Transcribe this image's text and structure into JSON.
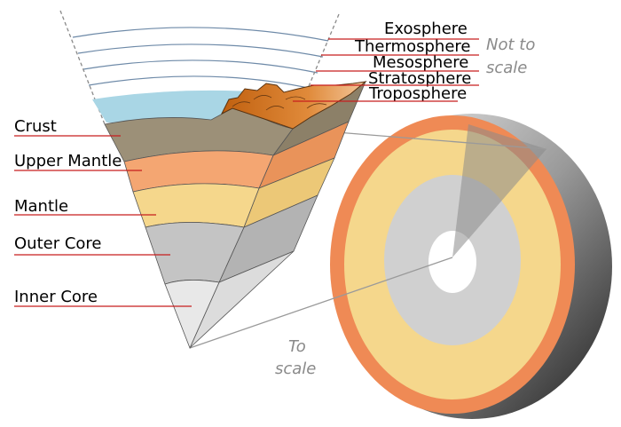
{
  "atmosphere_labels": [
    "Exosphere",
    "Thermosphere",
    "Mesosphere",
    "Stratosphere",
    "Troposphere"
  ],
  "layer_labels": [
    "Crust",
    "Upper Mantle",
    "Mantle",
    "Outer Core",
    "Inner Core"
  ],
  "notes": {
    "not_to_scale_line1": "Not to",
    "not_to_scale_line2": "scale",
    "to_scale_line1": "To",
    "to_scale_line2": "scale"
  },
  "colors": {
    "leader_line": "#c81e1e",
    "atmosphere_arc": "#6e8aa8",
    "sky": "#a9d6e5",
    "crust": "#9c9078",
    "upper_mantle": "#f4a672",
    "mantle": "#f5d78c",
    "outer_core": "#c4c4c4",
    "inner_core": "#e8e8e8",
    "mountains": "#d97a2a"
  }
}
